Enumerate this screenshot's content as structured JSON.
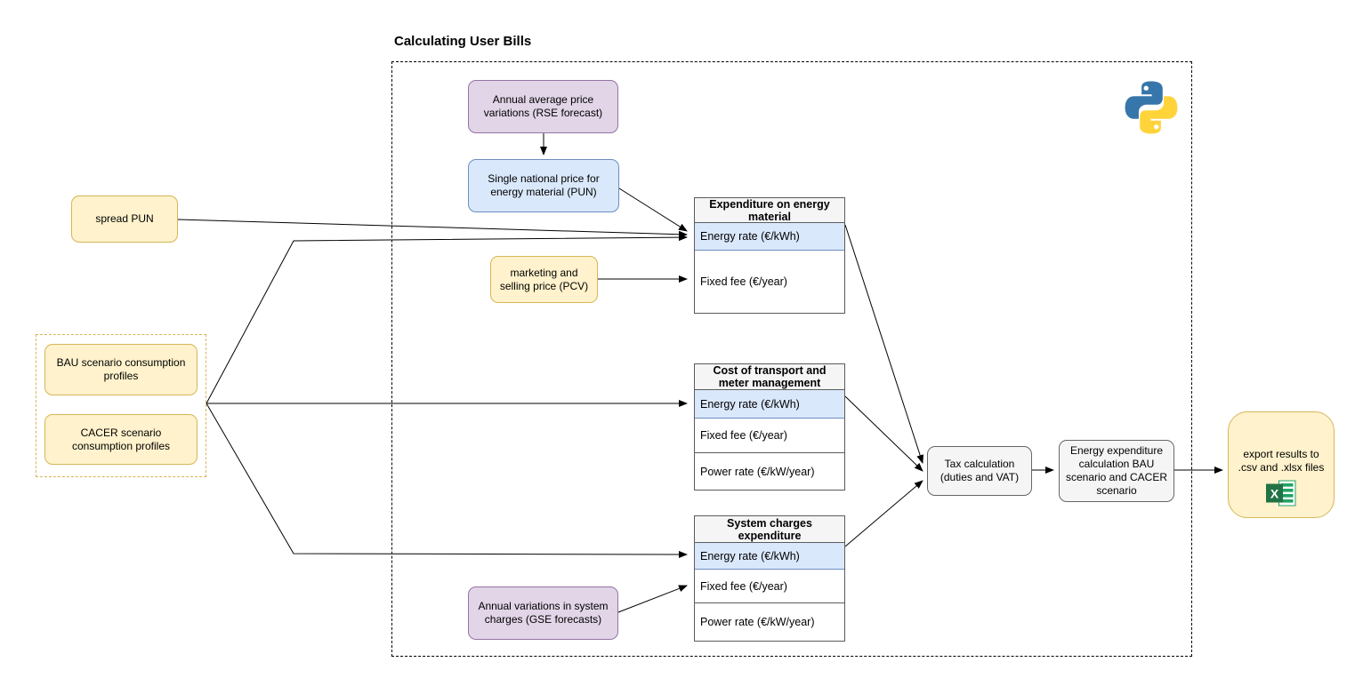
{
  "title": "Calculating User Bills",
  "palette": {
    "yellow_fill": "#FFF2CC",
    "yellow_border": "#D6B656",
    "purple_fill": "#E1D5E7",
    "purple_border": "#9673A6",
    "blue_fill": "#DAE8FC",
    "blue_border": "#6C8EBF",
    "gray_fill": "#F5F5F5",
    "gray_border": "#666666",
    "highlight_row_fill": "#DAE8FC",
    "excel_green": "#217346",
    "python_blue": "#3776AB",
    "python_yellow": "#FFD43B"
  },
  "nodes": {
    "rse": {
      "label": "Annual average price variations (RSE forecast)"
    },
    "pun": {
      "label": "Single national price for energy material (PUN)"
    },
    "spread_pun": {
      "label": "spread PUN"
    },
    "pcv": {
      "label": "marketing and selling price (PCV)"
    },
    "bau": {
      "label": "BAU scenario consumption profiles"
    },
    "cacer": {
      "label": "CACER scenario consumption profiles"
    },
    "gse": {
      "label": "Annual variations in system charges (GSE forecasts)"
    },
    "tax": {
      "label": "Tax calculation (duties and VAT)"
    },
    "energy_expenditure": {
      "label": "Energy expenditure calculation BAU scenario and CACER scenario"
    },
    "export": {
      "label": "export results to .csv and .xlsx files"
    }
  },
  "tables": {
    "energy_material": {
      "header": "Expenditure on energy material",
      "rows": [
        "Energy rate (€/kWh)",
        "Fixed fee (€/year)"
      ]
    },
    "transport": {
      "header": "Cost of transport and meter management",
      "rows": [
        "Energy rate (€/kWh)",
        "Fixed fee (€/year)",
        "Power rate (€/kW/year)"
      ]
    },
    "system_charges": {
      "header": "System charges expenditure",
      "rows": [
        "Energy rate (€/kWh)",
        "Fixed fee (€/year)",
        "Power rate (€/kW/year)"
      ]
    }
  },
  "icons": {
    "python": "python-logo",
    "excel": "excel-spreadsheet-icon"
  }
}
